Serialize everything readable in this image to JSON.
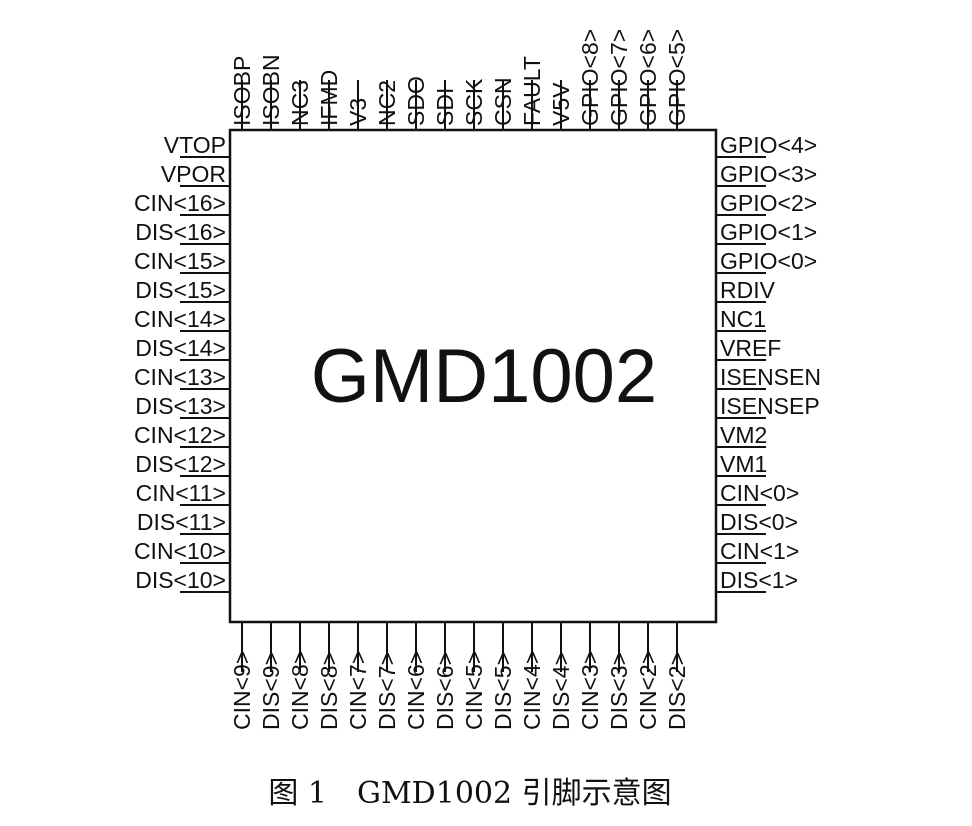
{
  "chip": {
    "name": "GMD1002"
  },
  "caption": "图 1　GMD1002 引脚示意图",
  "pins": {
    "top": [
      "ISOBP",
      "ISOBN",
      "NC3",
      "IFMD",
      "V3",
      "NC2",
      "SDO",
      "SDI",
      "SCK",
      "CSN",
      "FAULT",
      "V5V",
      "GPIO<8>",
      "GPIO<7>",
      "GPIO<6>",
      "GPIO<5>"
    ],
    "left": [
      "VTOP",
      "VPOR",
      "CIN<16>",
      "DIS<16>",
      "CIN<15>",
      "DIS<15>",
      "CIN<14>",
      "DIS<14>",
      "CIN<13>",
      "DIS<13>",
      "CIN<12>",
      "DIS<12>",
      "CIN<11>",
      "DIS<11>",
      "CIN<10>",
      "DIS<10>"
    ],
    "right": [
      "GPIO<4>",
      "GPIO<3>",
      "GPIO<2>",
      "GPIO<1>",
      "GPIO<0>",
      "RDIV",
      "NC1",
      "VREF",
      "ISENSEN",
      "ISENSEP",
      "VM2",
      "VM1",
      "CIN<0>",
      "DIS<0>",
      "CIN<1>",
      "DIS<1>"
    ],
    "bottom": [
      "CIN<9>",
      "DIS<9>",
      "CIN<8>",
      "DIS<8>",
      "CIN<7>",
      "DIS<7>",
      "CIN<6>",
      "DIS<6>",
      "CIN<5>",
      "DIS<5>",
      "CIN<4>",
      "DIS<4>",
      "CIN<3>",
      "DIS<3>",
      "CIN<2>",
      "DIS<2>"
    ]
  }
}
